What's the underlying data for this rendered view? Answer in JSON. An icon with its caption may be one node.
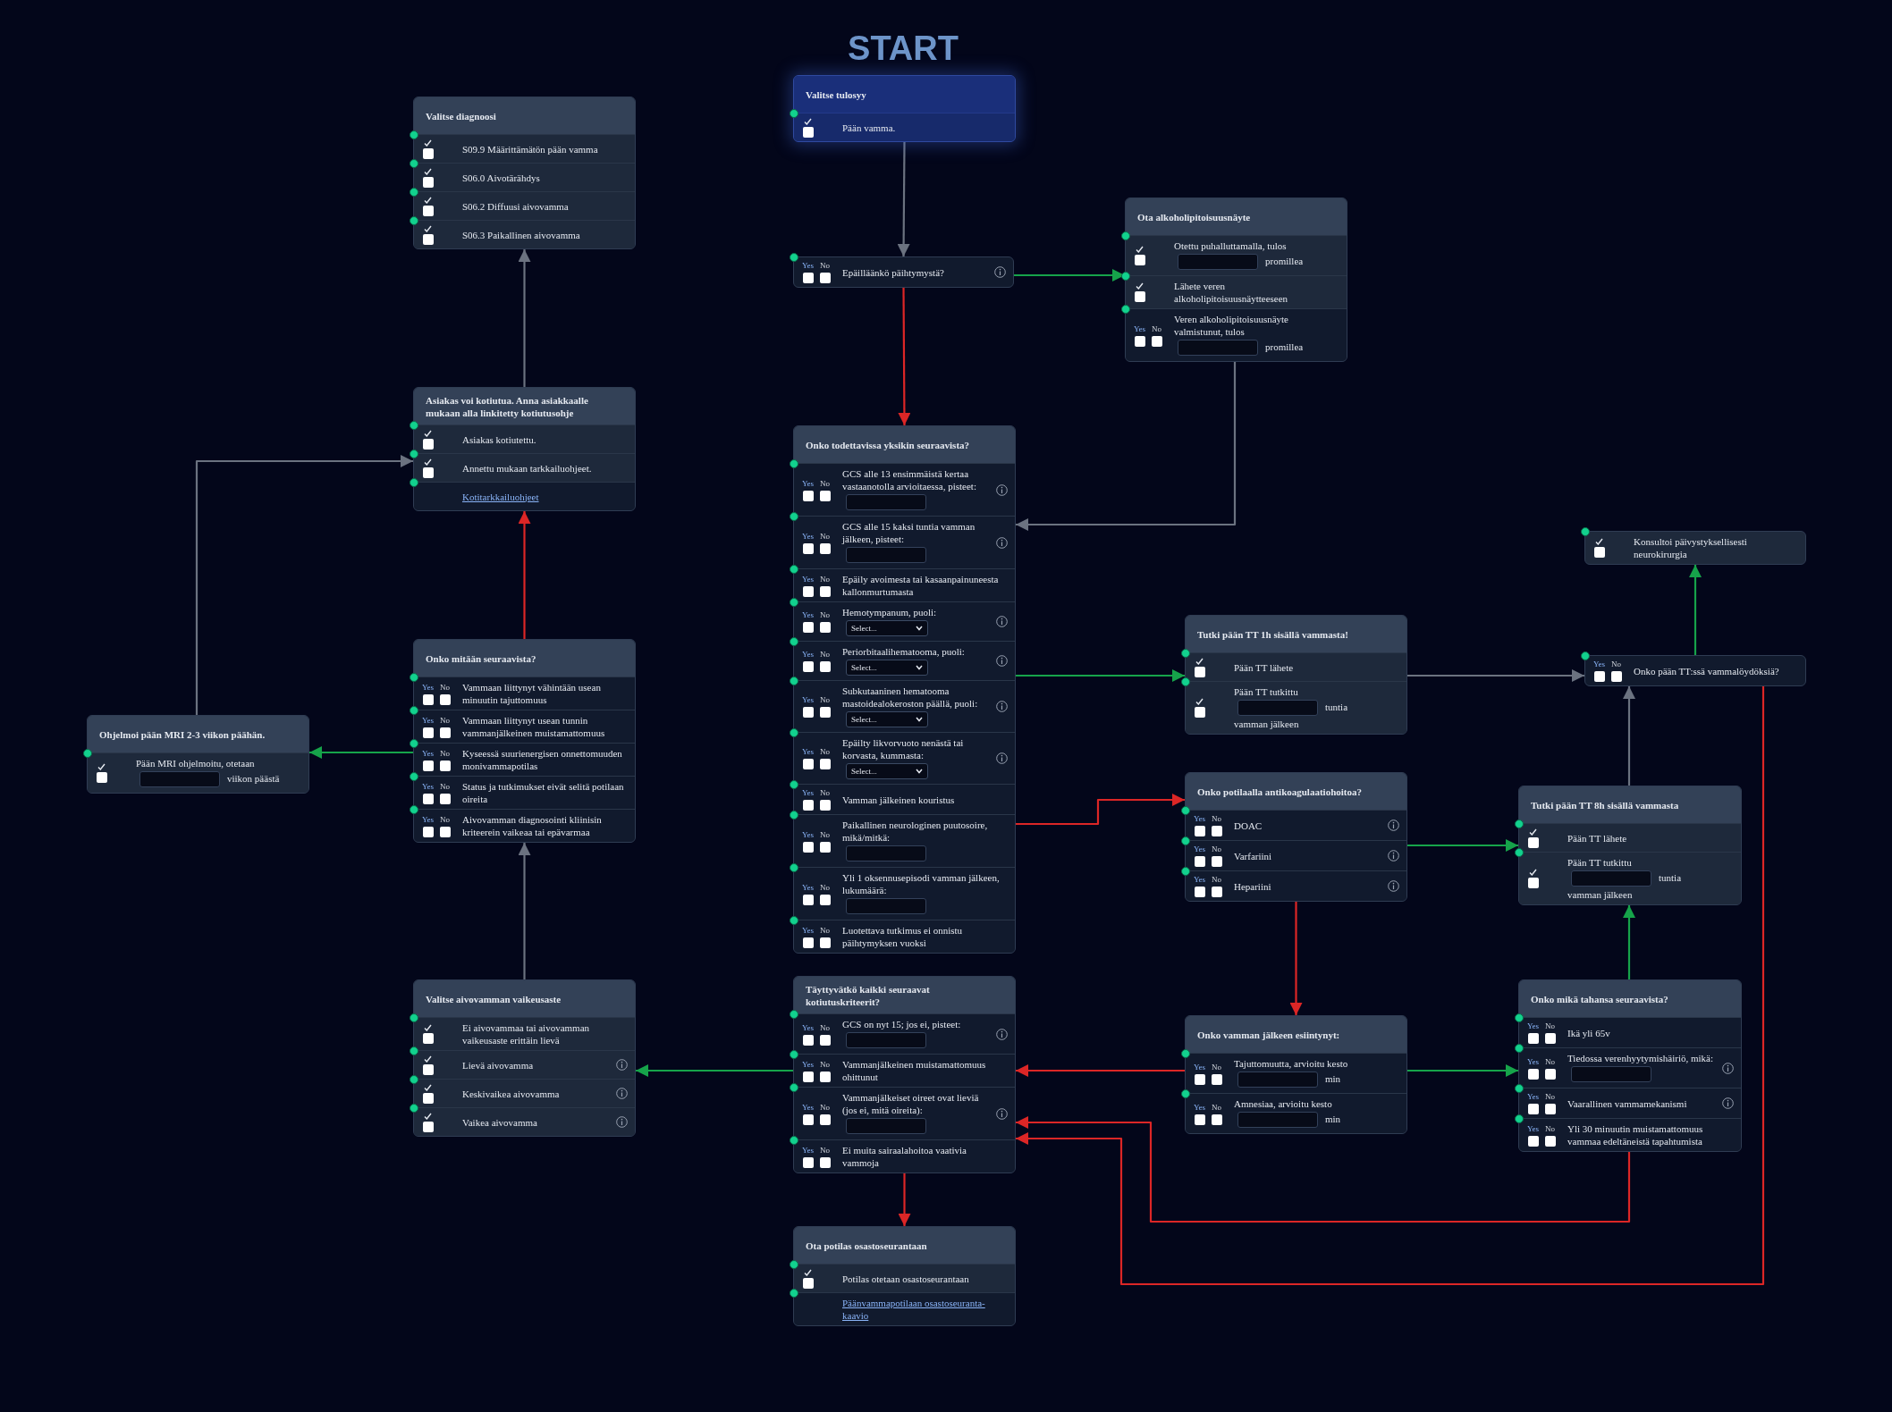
{
  "diagram": {
    "title": "START",
    "nodes": [
      {
        "text": [
          "Valitse tulosyy"
        ]
      },
      {
        "text": [
          "Pään vamma."
        ],
        "in": 0
      },
      {
        "text": [
          "Yes",
          "No",
          "Epäilläänkö päihtymystä?"
        ]
      },
      {
        "text": [
          "Ota alkoholipitoisuusnäyte"
        ]
      },
      {
        "text": [
          "Otettu puhalluttamalla, tulos",
          "promillea"
        ],
        "in": 3
      },
      {
        "text": [
          "Lähete veren alkoholipitoisuusnäytteeseen"
        ],
        "in": 3
      },
      {
        "text": [
          "Yes",
          "No",
          "Veren alkoholipitoisuusnäyte valmistunut, tulos",
          "promillea"
        ],
        "in": 3
      },
      {
        "text": [
          "Valitse diagnoosi"
        ]
      },
      {
        "text": [
          "S09.9 Määrittämätön pään vamma"
        ],
        "in": 7
      },
      {
        "text": [
          "S06.0 Aivotärähdys"
        ],
        "in": 7
      },
      {
        "text": [
          "S06.2 Diffuusi aivovamma"
        ],
        "in": 7
      },
      {
        "text": [
          "S06.3 Paikallinen aivovamma"
        ],
        "in": 7
      },
      {
        "text": [
          "Asiakas voi kotiutua. Anna asiakkaalle mukaan alla linkitetty kotiutusohje"
        ]
      },
      {
        "text": [
          "Asiakas kotiutettu."
        ],
        "in": 12
      },
      {
        "text": [
          "Annettu mukaan tarkkailuohjeet."
        ],
        "in": 12
      },
      {
        "text": [
          "Kotitarkkailuohjeet"
        ],
        "in": 12
      },
      {
        "text": [
          "Onko todettavissa yksikin seuraavista?"
        ]
      },
      {
        "text": [
          "Yes",
          "No",
          "GCS alle 13 ensimmäistä kertaa vastaanotolla arvioitaessa, pisteet:"
        ],
        "in": 16
      },
      {
        "text": [
          "Yes",
          "No",
          "GCS alle 15 kaksi tuntia vamman jälkeen, pisteet:"
        ],
        "in": 16
      },
      {
        "text": [
          "Yes",
          "No",
          "Epäily avoimesta tai kasaanpainuneesta kallonmurtumasta"
        ],
        "in": 16
      },
      {
        "text": [
          "Yes",
          "No",
          "Hemotympanum, puoli:",
          "Select..."
        ],
        "in": 16
      },
      {
        "text": [
          "Yes",
          "No",
          "Periorbitaalihematooma, puoli:",
          "Select..."
        ],
        "in": 16
      },
      {
        "text": [
          "Yes",
          "No",
          "Subkutaaninen hematooma mastoidealokeroston päällä, puoli:",
          "Select..."
        ],
        "in": 16
      },
      {
        "text": [
          "Yes",
          "No",
          "Epäilty likvorvuoto nenästä tai korvasta, kummasta:",
          "Select..."
        ],
        "in": 16
      },
      {
        "text": [
          "Yes",
          "No",
          "Vamman jälkeinen kouristus"
        ],
        "in": 16
      },
      {
        "text": [
          "Yes",
          "No",
          "Paikallinen neurologinen puutosoire, mikä/mitkä:"
        ],
        "in": 16
      },
      {
        "text": [
          "Yes",
          "No",
          "Yli 1 oksennusepisodi vamman jälkeen, lukumäärä:"
        ],
        "in": 16
      },
      {
        "text": [
          "Yes",
          "No",
          "Luotettava tutkimus ei onnistu päihtymyksen vuoksi"
        ],
        "in": 16
      },
      {
        "text": [
          "Konsultoi päivystyksellisesti neurokirurgia"
        ]
      },
      {
        "text": [
          "Yes",
          "No",
          "Onko pään TT:ssä vammalöydöksiä?"
        ]
      },
      {
        "text": [
          "Tutki pään TT 1h sisällä vammasta!"
        ]
      },
      {
        "text": [
          "Pään TT lähete"
        ],
        "in": 30
      },
      {
        "text": [
          "Pään TT tutkittu",
          "tuntia",
          "vamman jälkeen"
        ],
        "in": 30
      },
      {
        "text": [
          "Onko potilaalla antikoagulaatiohoitoa?"
        ]
      },
      {
        "text": [
          "Yes",
          "No",
          "DOAC"
        ],
        "in": 33
      },
      {
        "text": [
          "Yes",
          "No",
          "Varfariini"
        ],
        "in": 33
      },
      {
        "text": [
          "Yes",
          "No",
          "Hepariini"
        ],
        "in": 33
      },
      {
        "text": [
          "Tutki pään TT 8h sisällä vammasta"
        ]
      },
      {
        "text": [
          "Pään TT lähete"
        ],
        "in": 37
      },
      {
        "text": [
          "Pään TT tutkittu",
          "tuntia",
          "vamman jälkeen"
        ],
        "in": 37
      },
      {
        "text": [
          "Onko mitään seuraavista?"
        ]
      },
      {
        "text": [
          "Yes",
          "No",
          "Vammaan liittynyt vähintään usean minuutin tajuttomuus"
        ],
        "in": 40
      },
      {
        "text": [
          "Yes",
          "No",
          "Vammaan liittynyt usean tunnin vammanjälkeinen muistamattomuus"
        ],
        "in": 40
      },
      {
        "text": [
          "Yes",
          "No",
          "Kyseessä suurienergisen onnettomuuden monivammapotilas"
        ],
        "in": 40
      },
      {
        "text": [
          "Yes",
          "No",
          "Status ja tutkimukset eivät selitä potilaan oireita"
        ],
        "in": 40
      },
      {
        "text": [
          "Yes",
          "No",
          "Aivovamman diagnosointi kliinisin kriteerein vaikeaa tai epävarmaa"
        ],
        "in": 40
      },
      {
        "text": [
          "Ohjelmoi pään MRI 2-3 viikon päähän."
        ]
      },
      {
        "text": [
          "Pään MRI ohjelmoitu, otetaan",
          "viikon päästä"
        ],
        "in": 46
      },
      {
        "text": [
          "Täyttyvätkö kaikki seuraavat kotiutuskriteerit?"
        ]
      },
      {
        "text": [
          "Yes",
          "No",
          "GCS on nyt 15; jos ei, pisteet:"
        ],
        "in": 48
      },
      {
        "text": [
          "Yes",
          "No",
          "Vammanjälkeinen muistamattomuus ohittunut"
        ],
        "in": 48
      },
      {
        "text": [
          "Yes",
          "No",
          "Vammanjälkeiset oireet ovat lieviä (jos ei, mitä oireita):"
        ],
        "in": 48
      },
      {
        "text": [
          "Yes",
          "No",
          "Ei muita sairaalahoitoa vaativia vammoja"
        ],
        "in": 48
      },
      {
        "text": [
          "Onko vamman jälkeen esiintynyt:"
        ]
      },
      {
        "text": [
          "Yes",
          "No",
          "Tajuttomuutta, arvioitu kesto",
          "min"
        ],
        "in": 53
      },
      {
        "text": [
          "Yes",
          "No",
          "Amnesiaa, arvioitu kesto",
          "min"
        ],
        "in": 53
      },
      {
        "text": [
          "Onko mikä tahansa seuraavista?"
        ]
      },
      {
        "text": [
          "Yes",
          "No",
          "Ikä yli 65v"
        ],
        "in": 56
      },
      {
        "text": [
          "Yes",
          "No",
          "Tiedossa verenhyytymishäiriö, mikä:"
        ],
        "in": 56
      },
      {
        "text": [
          "Yes",
          "No",
          "Vaarallinen vammamekanismi"
        ],
        "in": 56
      },
      {
        "text": [
          "Yes",
          "No",
          "Yli 30 minuutin muistamattomuus vammaa edeltäneistä tapahtumista"
        ],
        "in": 56
      },
      {
        "text": [
          "Valitse aivovamman vaikeusaste"
        ]
      },
      {
        "text": [
          "Ei aivovammaa tai aivovamman vaikeusaste erittäin lievä"
        ],
        "in": 61
      },
      {
        "text": [
          "Lievä aivovamma"
        ],
        "in": 61
      },
      {
        "text": [
          "Keskivaikea aivovamma"
        ],
        "in": 61
      },
      {
        "text": [
          "Vaikea aivovamma"
        ],
        "in": 61
      },
      {
        "text": [
          "Ota potilas osastoseurantaan"
        ]
      },
      {
        "text": [
          "Potilas otetaan osastoseurantaan"
        ],
        "in": 66
      },
      {
        "text": [
          "Päänvammapotilaan osastoseuranta-kaavio"
        ],
        "in": 66
      }
    ],
    "edges": [
      {
        "from": 0,
        "to": 2,
        "arrow": "to",
        "color": "#6b7280"
      },
      {
        "from": 2,
        "to": 3,
        "arrow": "to",
        "color": "#16a34a"
      },
      {
        "from": 2,
        "to": 16,
        "arrow": "to",
        "color": "#dc2626"
      },
      {
        "from": 3,
        "to": 16,
        "arrow": "to",
        "color": "#6b7280"
      },
      {
        "from": 16,
        "to": 30,
        "arrow": "to",
        "color": "#16a34a"
      },
      {
        "from": 16,
        "to": 33,
        "arrow": "to",
        "color": "#dc2626"
      },
      {
        "from": 30,
        "to": 29,
        "arrow": "to",
        "color": "#6b7280"
      },
      {
        "from": 29,
        "to": 28,
        "arrow": "to",
        "color": "#16a34a"
      },
      {
        "from": 29,
        "to": 48,
        "arrow": "to",
        "color": "#dc2626"
      },
      {
        "from": 56,
        "to": 48,
        "arrow": "to",
        "color": "#dc2626"
      },
      {
        "from": 37,
        "to": 29,
        "arrow": "to",
        "color": "#6b7280"
      },
      {
        "from": 33,
        "to": 37,
        "arrow": "to",
        "color": "#16a34a"
      },
      {
        "from": 33,
        "to": 53,
        "arrow": "to",
        "color": "#dc2626"
      },
      {
        "from": 53,
        "to": 48,
        "arrow": "to",
        "color": "#dc2626"
      },
      {
        "from": 53,
        "to": 56,
        "arrow": "to",
        "color": "#16a34a"
      },
      {
        "from": 56,
        "to": 37,
        "arrow": "to",
        "color": "#16a34a"
      },
      {
        "from": 48,
        "to": 61,
        "arrow": "to",
        "color": "#16a34a"
      },
      {
        "from": 48,
        "to": 66,
        "arrow": "to",
        "color": "#dc2626"
      },
      {
        "from": 61,
        "to": 40,
        "arrow": "to",
        "color": "#6b7280"
      },
      {
        "from": 40,
        "to": 12,
        "arrow": "to",
        "color": "#dc2626"
      },
      {
        "from": 40,
        "to": 46,
        "arrow": "to",
        "color": "#16a34a"
      },
      {
        "from": 46,
        "to": 12,
        "arrow": "to",
        "color": "#6b7280"
      },
      {
        "from": 12,
        "to": 7,
        "arrow": "to",
        "color": "#6b7280"
      }
    ]
  }
}
